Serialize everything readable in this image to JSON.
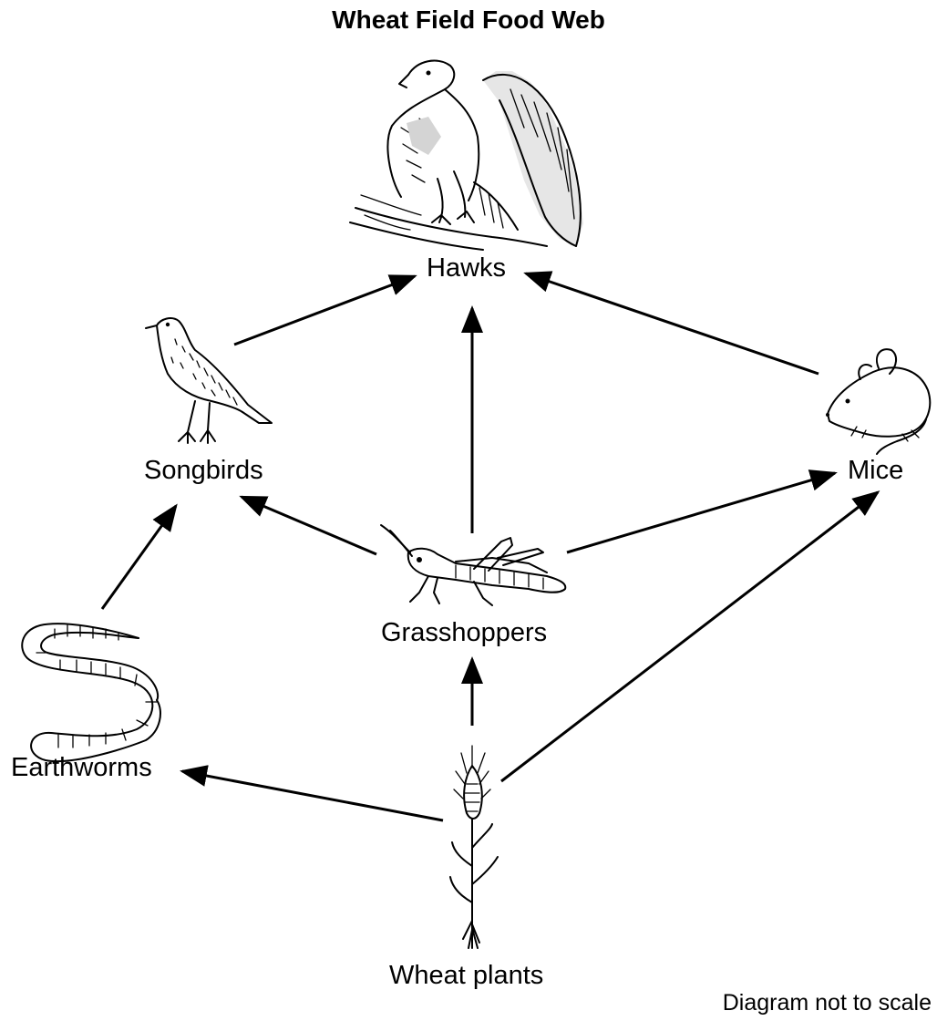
{
  "title": "Wheat Field Food Web",
  "organisms": {
    "hawks": "Hawks",
    "songbirds": "Songbirds",
    "mice": "Mice",
    "grasshoppers": "Grasshoppers",
    "earthworms": "Earthworms",
    "wheat": "Wheat plants"
  },
  "arrows": [
    {
      "from": "Songbirds",
      "to": "Hawks"
    },
    {
      "from": "Grasshoppers",
      "to": "Hawks"
    },
    {
      "from": "Mice",
      "to": "Hawks"
    },
    {
      "from": "Grasshoppers",
      "to": "Songbirds"
    },
    {
      "from": "Grasshoppers",
      "to": "Mice"
    },
    {
      "from": "Earthworms",
      "to": "Songbirds"
    },
    {
      "from": "Wheat plants",
      "to": "Grasshoppers"
    },
    {
      "from": "Wheat plants",
      "to": "Mice"
    },
    {
      "from": "Wheat plants",
      "to": "Earthworms"
    }
  ],
  "note": "Diagram not to scale"
}
